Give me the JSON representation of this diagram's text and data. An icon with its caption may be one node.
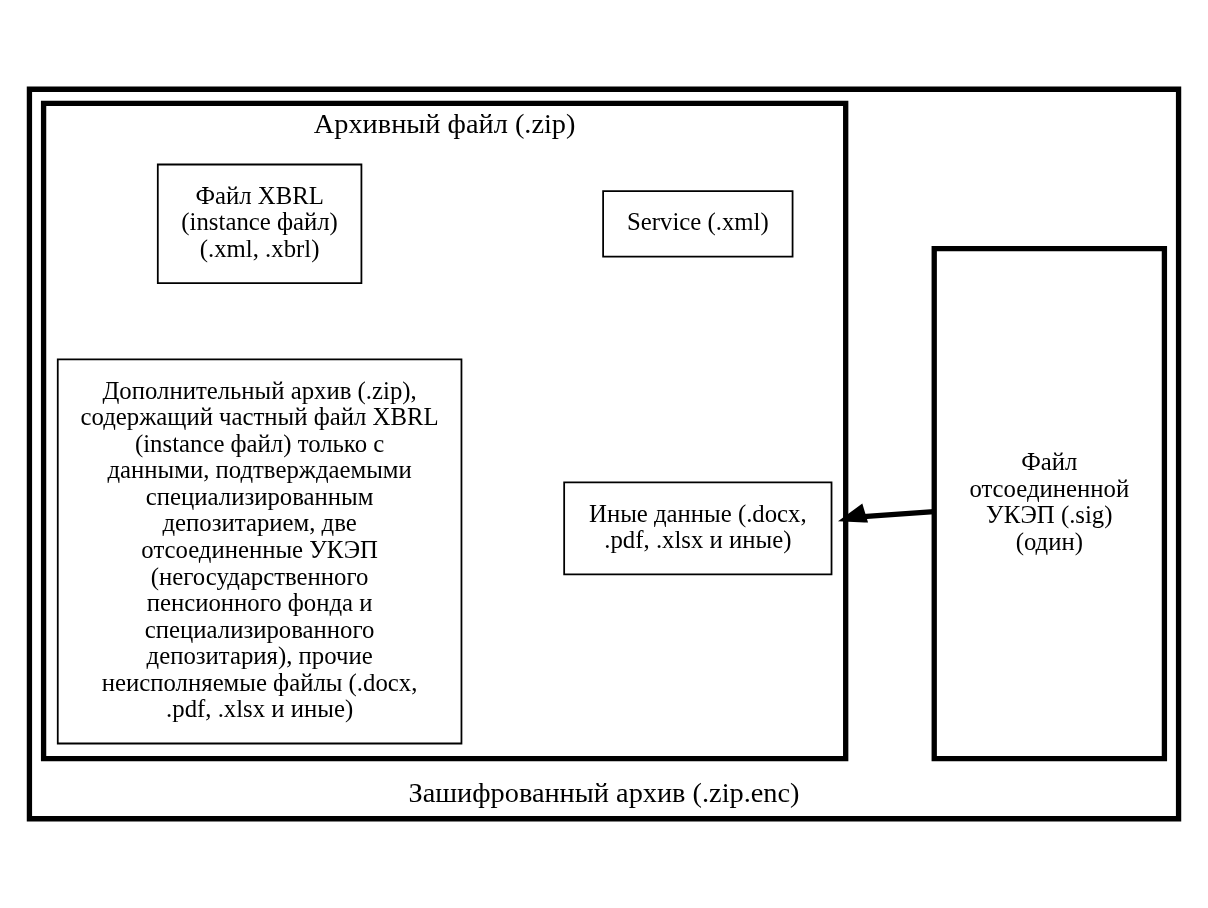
{
  "diagram": {
    "nodes": [
      {
        "text": [
          "Зашифрованный архив (.zip.enc)"
        ]
      },
      {
        "text": [
          "Архивный файл (.zip)"
        ],
        "in": 0
      },
      {
        "text": [
          "Файл XBRL (instance файл) (.xml, .xbrl)"
        ],
        "in": 1
      },
      {
        "text": [
          "Service (.xml)"
        ],
        "in": 1
      },
      {
        "text": [
          "Дополнительный архив (.zip), содержащий частный файл XBRL (instance файл) только с данными, подтверждаемыми специализированным депозитарием, две отсоединенные УКЭП (негосударственного пенсионного фонда и специализированного депозитария), прочие неисполняемые файлы (.docx, .pdf, .xlsx и иные)"
        ],
        "in": 1
      },
      {
        "text": [
          "Иные данные (.docx, .pdf, .xlsx и иные)"
        ],
        "in": 1
      },
      {
        "text": [
          "Файл отсоединенной УКЭП (.sig) (один)"
        ],
        "in": 0
      }
    ],
    "edges": [
      {
        "from": 6,
        "to": 1,
        "arrow": "to"
      }
    ]
  }
}
